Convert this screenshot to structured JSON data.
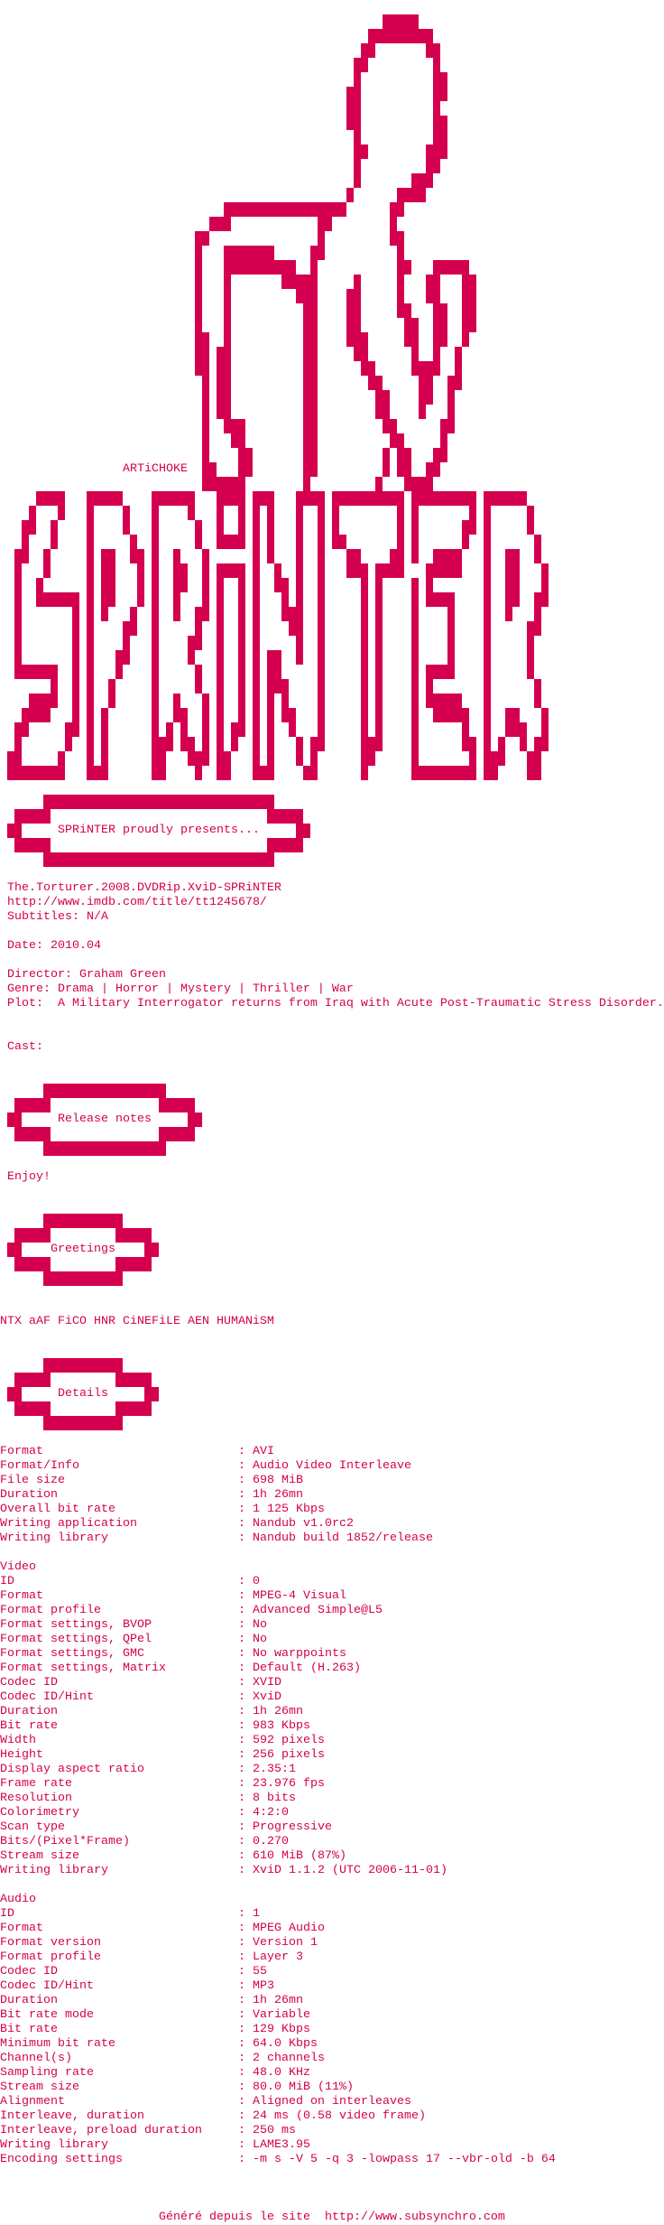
{
  "logo": {
    "text": "SPRiNTER",
    "credit": "ARTiCHOKE"
  },
  "colors": {
    "accent": "#d4004f",
    "background": "#ffffff"
  },
  "banners": {
    "presents": "SPRiNTER proudly presents...",
    "release_notes": "Release notes",
    "greetings": "Greetings",
    "details": "Details"
  },
  "release": {
    "title": "The.Torturer.2008.DVDRip.XviD-SPRiNTER",
    "imdb": "http://www.imdb.com/title/tt1245678/",
    "subtitles": "Subtitles: N/A",
    "date": "Date: 2010.04",
    "director": "Director: Graham Green",
    "genre": "Genre: Drama | Horror | Mystery | Thriller | War",
    "plot": "Plot:  A Military Interrogator returns from Iraq with Acute Post-Traumatic Stress Disorder.",
    "cast": "Cast:"
  },
  "notes": {
    "text": "Enjoy!"
  },
  "greetings": {
    "text": "NTX aAF FiCO HNR CiNEFiLE AEN HUMANiSM"
  },
  "details": {
    "general": [
      {
        "label": "Format",
        "value": "AVI"
      },
      {
        "label": "Format/Info",
        "value": "Audio Video Interleave"
      },
      {
        "label": "File size",
        "value": "698 MiB"
      },
      {
        "label": "Duration",
        "value": "1h 26mn"
      },
      {
        "label": "Overall bit rate",
        "value": "1 125 Kbps"
      },
      {
        "label": "Writing application",
        "value": "Nandub v1.0rc2"
      },
      {
        "label": "Writing library",
        "value": "Nandub build 1852/release"
      }
    ],
    "video": {
      "title": "Video",
      "rows": [
        {
          "label": "ID",
          "value": "0"
        },
        {
          "label": "Format",
          "value": "MPEG-4 Visual"
        },
        {
          "label": "Format profile",
          "value": "Advanced Simple@L5"
        },
        {
          "label": "Format settings, BVOP",
          "value": "No"
        },
        {
          "label": "Format settings, QPel",
          "value": "No"
        },
        {
          "label": "Format settings, GMC",
          "value": "No warppoints"
        },
        {
          "label": "Format settings, Matrix",
          "value": "Default (H.263)"
        },
        {
          "label": "Codec ID",
          "value": "XVID"
        },
        {
          "label": "Codec ID/Hint",
          "value": "XviD"
        },
        {
          "label": "Duration",
          "value": "1h 26mn"
        },
        {
          "label": "Bit rate",
          "value": "983 Kbps"
        },
        {
          "label": "Width",
          "value": "592 pixels"
        },
        {
          "label": "Height",
          "value": "256 pixels"
        },
        {
          "label": "Display aspect ratio",
          "value": "2.35:1"
        },
        {
          "label": "Frame rate",
          "value": "23.976 fps"
        },
        {
          "label": "Resolution",
          "value": "8 bits"
        },
        {
          "label": "Colorimetry",
          "value": "4:2:0"
        },
        {
          "label": "Scan type",
          "value": "Progressive"
        },
        {
          "label": "Bits/(Pixel*Frame)",
          "value": "0.270"
        },
        {
          "label": "Stream size",
          "value": "610 MiB (87%)"
        },
        {
          "label": "Writing library",
          "value": "XviD 1.1.2 (UTC 2006-11-01)"
        }
      ]
    },
    "audio": {
      "title": "Audio",
      "rows": [
        {
          "label": "ID",
          "value": "1"
        },
        {
          "label": "Format",
          "value": "MPEG Audio"
        },
        {
          "label": "Format version",
          "value": "Version 1"
        },
        {
          "label": "Format profile",
          "value": "Layer 3"
        },
        {
          "label": "Codec ID",
          "value": "55"
        },
        {
          "label": "Codec ID/Hint",
          "value": "MP3"
        },
        {
          "label": "Duration",
          "value": "1h 26mn"
        },
        {
          "label": "Bit rate mode",
          "value": "Variable"
        },
        {
          "label": "Bit rate",
          "value": "129 Kbps"
        },
        {
          "label": "Minimum bit rate",
          "value": "64.0 Kbps"
        },
        {
          "label": "Channel(s)",
          "value": "2 channels"
        },
        {
          "label": "Sampling rate",
          "value": "48.0 KHz"
        },
        {
          "label": "Stream size",
          "value": "80.0 MiB (11%)"
        },
        {
          "label": "Alignment",
          "value": "Aligned on interleaves"
        },
        {
          "label": "Interleave, duration",
          "value": "24 ms (0.58 video frame)"
        },
        {
          "label": "Interleave, preload duration",
          "value": "250 ms"
        },
        {
          "label": "Writing library",
          "value": "LAME3.95"
        },
        {
          "label": "Encoding settings",
          "value": "-m s -V 5 -q 3 -lowpass 17 --vbr-old -b 64"
        }
      ]
    }
  },
  "footer": {
    "text": "Généré depuis le site",
    "link": "http://www.subsynchro.com"
  }
}
